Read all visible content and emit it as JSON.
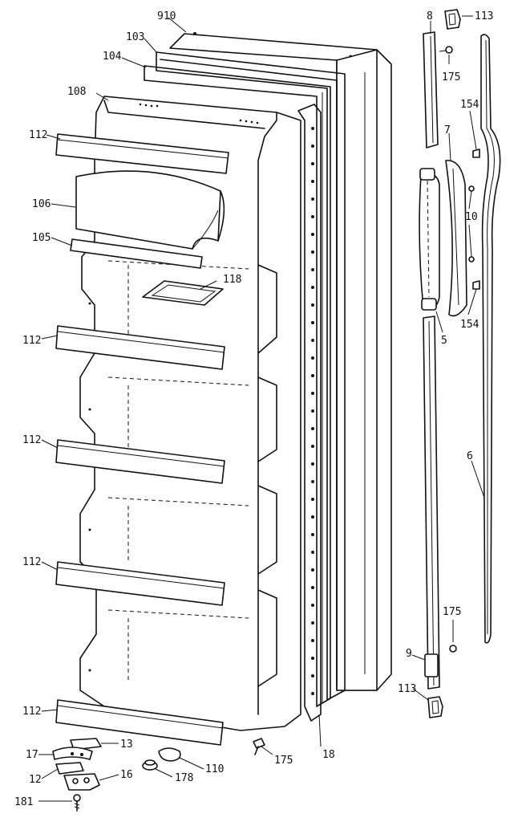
{
  "labels": {
    "l910": "910",
    "l103": "103",
    "l104": "104",
    "l108": "108",
    "l112a": "112",
    "l106": "106",
    "l105": "105",
    "l118": "118",
    "l112b": "112",
    "l112c": "112",
    "l112d": "112",
    "l112e": "112",
    "l17": "17",
    "l13": "13",
    "l12": "12",
    "l16": "16",
    "l181": "181",
    "l178": "178",
    "l110": "110",
    "l175c": "175",
    "l18": "18",
    "l8": "8",
    "l113a": "113",
    "l175a": "175",
    "l154a": "154",
    "l7": "7",
    "l10": "10",
    "l154b": "154",
    "l5": "5",
    "l6": "6",
    "l175b": "175",
    "l9": "9",
    "l113b": "113"
  }
}
